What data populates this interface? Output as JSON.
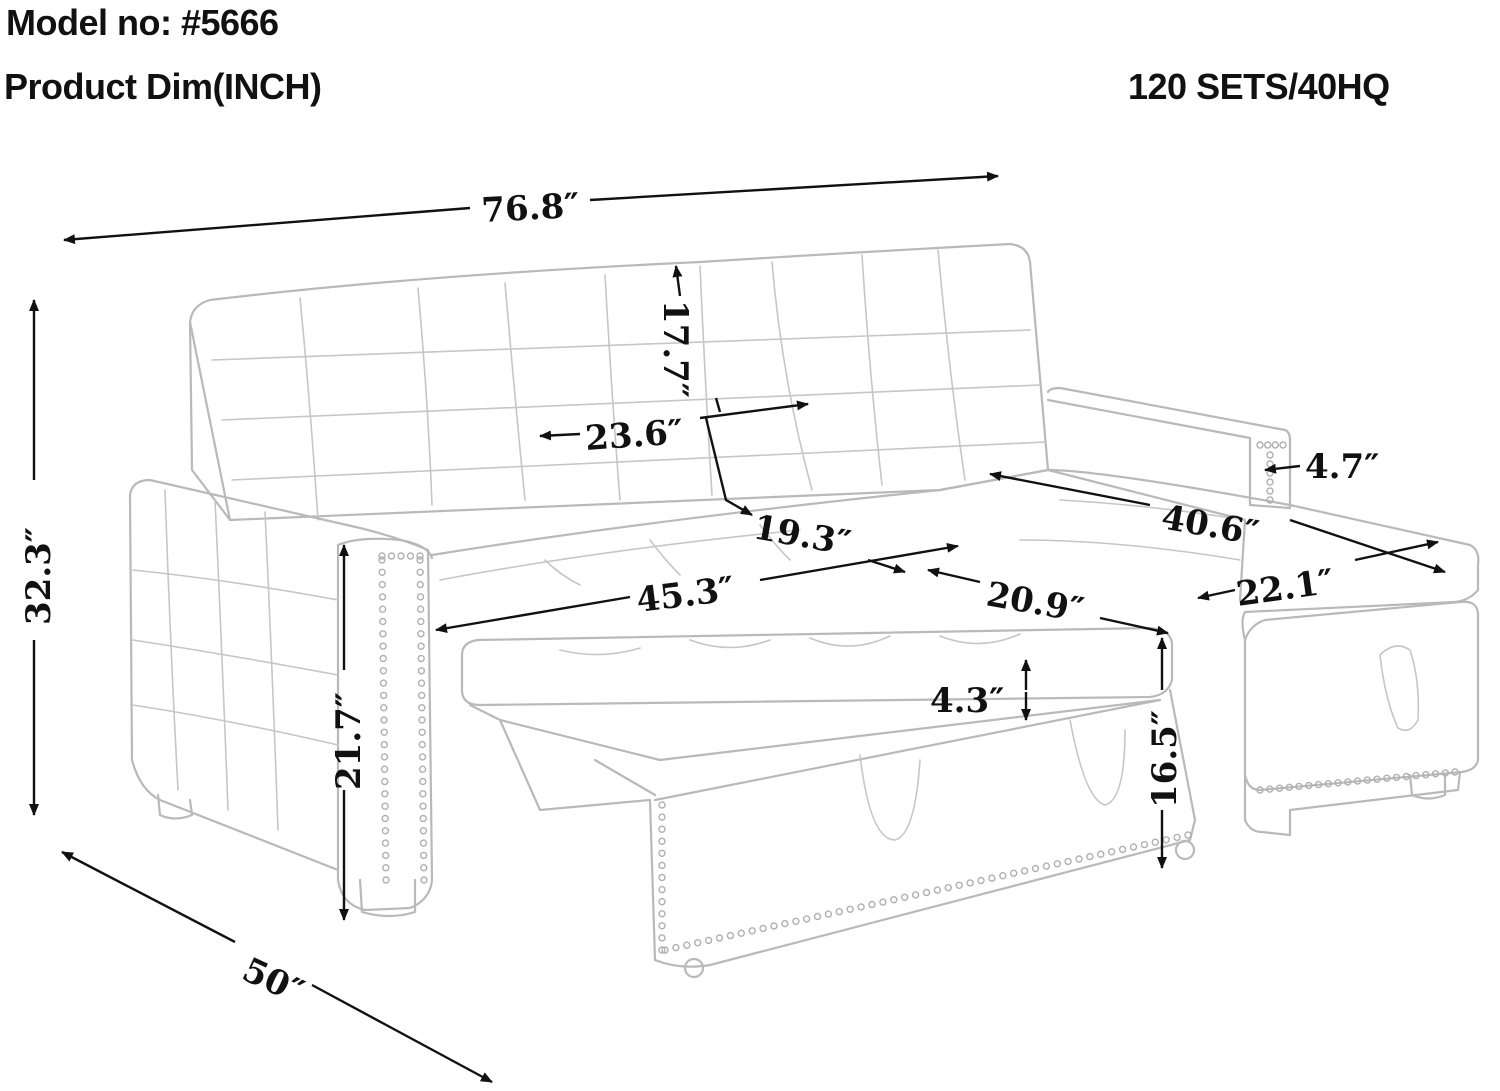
{
  "header": {
    "model": "Model no: #5666",
    "product_dim": "Product Dim(INCH)",
    "capacity": "120 SETS/40HQ"
  },
  "dimensions": {
    "overall_width": "76.8″",
    "overall_height": "32.3″",
    "overall_depth": "50″",
    "back_height": "17.7″",
    "back_cushion_width": "23.6″",
    "seat_depth": "19.3″",
    "seat_width": "45.3″",
    "pullout_depth": "20.9″",
    "chaise_length": "40.6″",
    "chaise_width": "22.1″",
    "arm_width": "4.7″",
    "arm_height": "21.7″",
    "seat_thickness": "4.3″",
    "seat_height": "16.5″"
  },
  "colors": {
    "outline": "#b9b9b9",
    "dimension": "#111111"
  }
}
